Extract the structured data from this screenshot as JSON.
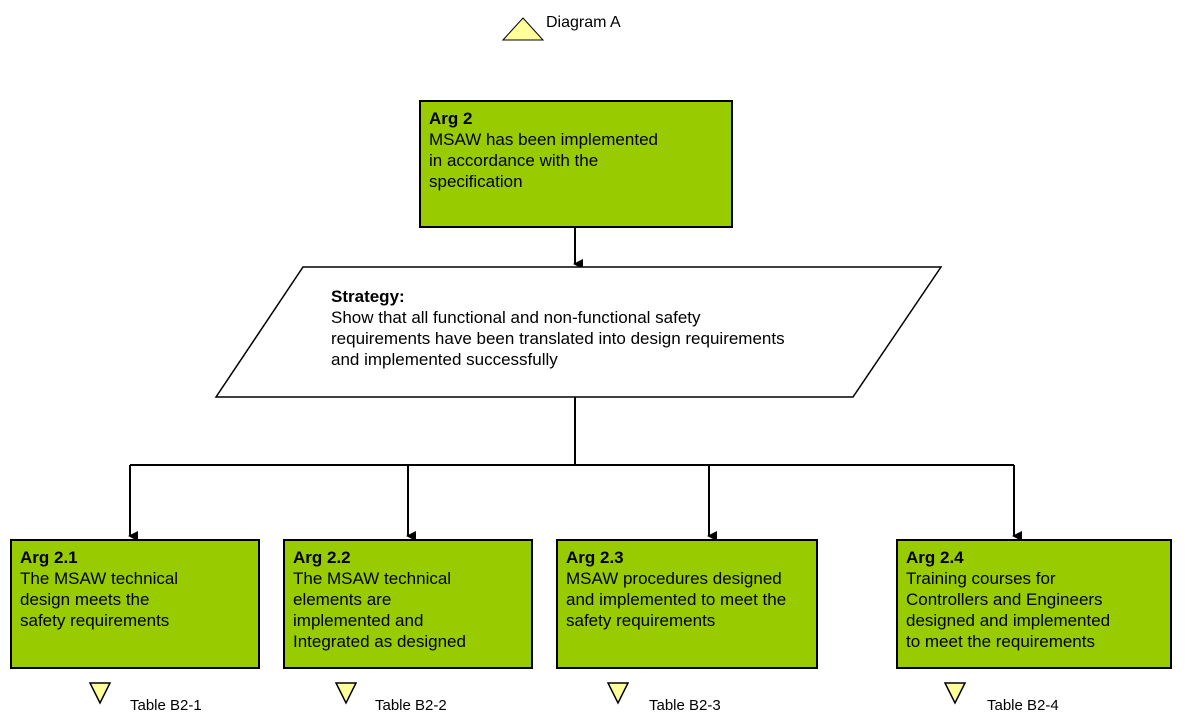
{
  "context_ref": "Diagram A",
  "goal": {
    "title": "Arg 2",
    "text": "MSAW has been implemented\nin accordance with the\n specification"
  },
  "strategy": {
    "title": "Strategy:",
    "text": "Show that all functional and  non-functional safety requirements have been translated  into design requirements and implemented successfully"
  },
  "subgoals": [
    {
      "title": "Arg 2.1",
      "text": "The MSAW technical\ndesign meets the\nsafety requirements",
      "ref": "Table B2-1"
    },
    {
      "title": "Arg 2.2",
      "text": "The  MSAW technical\n elements are\nimplemented and\nIntegrated as designed",
      "ref": "Table B2-2"
    },
    {
      "title": "Arg 2.3",
      "text": "MSAW procedures designed\nand implemented to meet the\nsafety requirements",
      "ref": "Table B2-3"
    },
    {
      "title": "Arg 2.4",
      "text": "Training courses for\nControllers and Engineers\ndesigned and implemented\n to meet the  requirements",
      "ref": "Table B2-4"
    }
  ],
  "colors": {
    "goal_fill": "#99cc00",
    "triangle_fill": "#ffff99",
    "line": "#000000"
  }
}
